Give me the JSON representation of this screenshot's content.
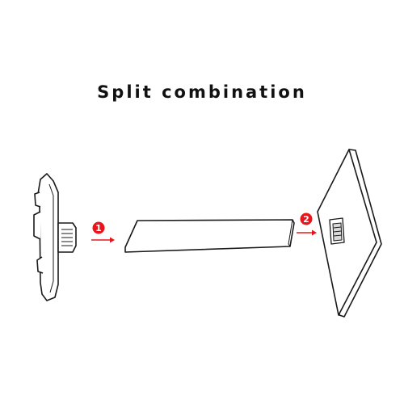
{
  "title": "Split combination",
  "steps": [
    {
      "number": "1",
      "icon": "arrow-right-icon"
    },
    {
      "number": "2",
      "icon": "arrow-right-icon"
    }
  ],
  "colors": {
    "title": "#111111",
    "step_accent": "#e8161c",
    "outline": "#1a1a1a",
    "part_fill": "#ffffff",
    "shade": "#d9d9d9"
  }
}
